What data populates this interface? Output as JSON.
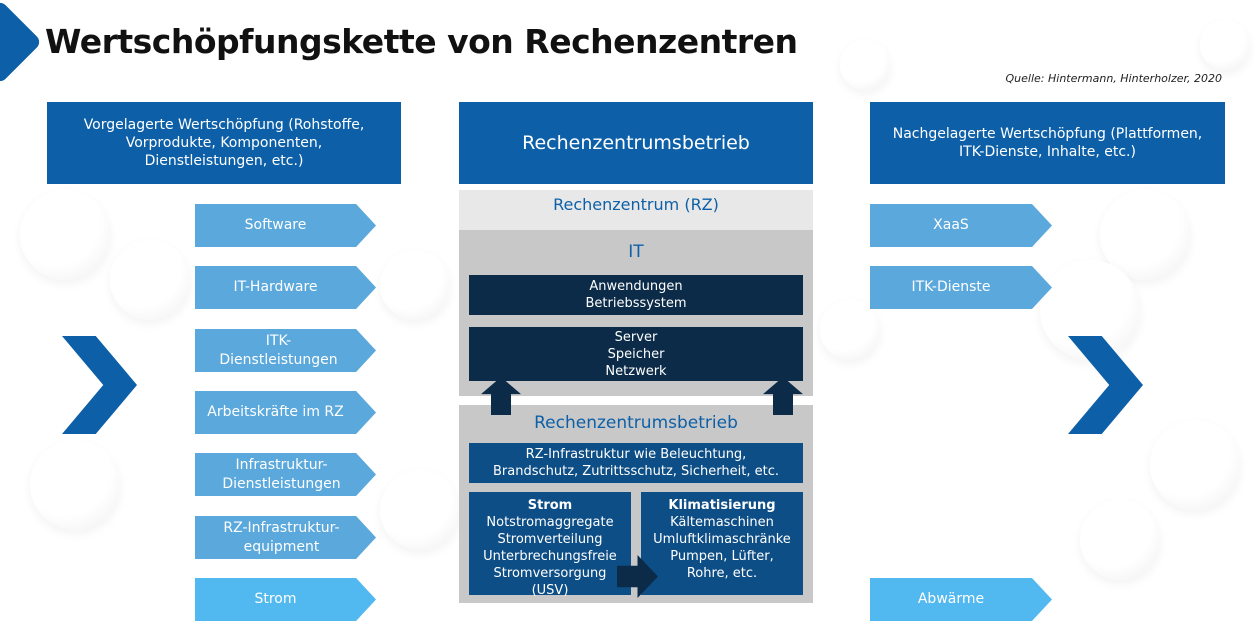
{
  "title": "Wertschöpfungskette von Rechenzentren",
  "source": "Quelle: Hintermann, Hinterholzer, 2020",
  "left": {
    "header": "Vorgelagerte Wertschöpfung (Rohstoffe, Vorprodukte, Komponenten, Dienstleistungen, etc.)",
    "items": [
      "Software",
      "IT-Hardware",
      "ITK-Dienstleistungen",
      "Arbeitskräfte im RZ",
      "Infrastruktur-Dienstleistungen",
      "RZ-Infrastruktur-equipment",
      "Strom"
    ]
  },
  "middle": {
    "header": "Rechenzentrumsbetrieb",
    "rz_label": "Rechenzentrum (RZ)",
    "it_label": "IT",
    "it_box1": [
      "Anwendungen",
      "Betriebssystem"
    ],
    "it_box2": [
      "Server",
      "Speicher",
      "Netzwerk"
    ],
    "ops_label": "Rechenzentrumsbetrieb",
    "infra_box": [
      "RZ-Infrastruktur wie Beleuchtung,",
      "Brandschutz, Zutrittsschutz, Sicherheit, etc."
    ],
    "strom": {
      "title": "Strom",
      "lines": [
        "Notstromaggregate",
        "Stromverteilung",
        "Unterbrechungsfreie",
        "Stromversorgung",
        "(USV)"
      ]
    },
    "klima": {
      "title": "Klimatisierung",
      "lines": [
        "Kältemaschinen",
        "Umluftklimaschränke",
        "Pumpen, Lüfter,",
        "Rohre, etc."
      ]
    }
  },
  "right": {
    "header": "Nachgelagerte Wertschöpfung (Plattformen, ITK-Dienste, Inhalte, etc.)",
    "items": [
      "XaaS",
      "ITK-Dienste",
      "Abwärme"
    ]
  },
  "colors": {
    "primary": "#0d60a8",
    "arrow": "#5aa8dc",
    "arrow_energy": "#52b9f0",
    "dark": "#0b2b48",
    "grey": "#c8c8c8"
  }
}
